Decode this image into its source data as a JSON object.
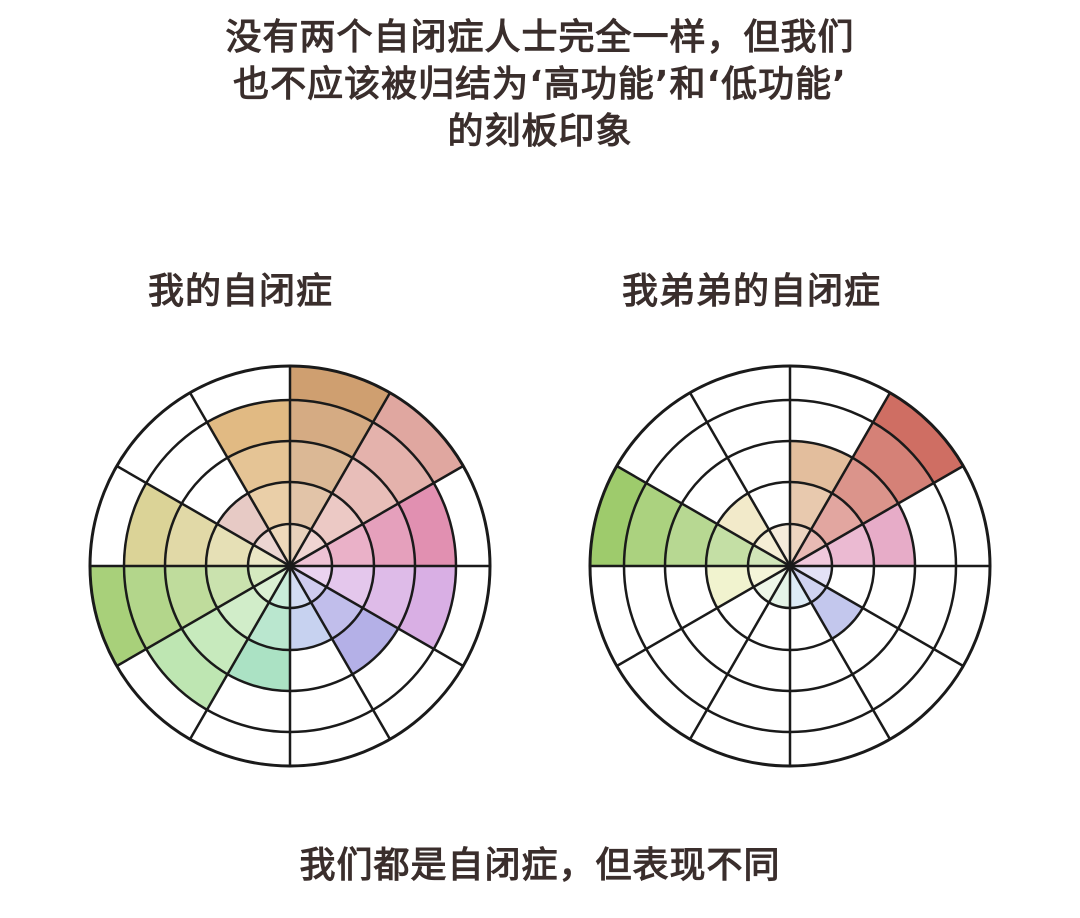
{
  "headline": {
    "line1": "没有两个自闭症人士完全一样，但我们",
    "line2": "也不应该被归结为‘高功能’和‘低功能’",
    "line3": "的刻板印象"
  },
  "wheels": [
    {
      "title": "我的自闭症",
      "levels": [
        5,
        5,
        4,
        4,
        3,
        2,
        3,
        4,
        5,
        4,
        2,
        4
      ],
      "colors": [
        "#cf9f70",
        "#e0a7a0",
        "#dc7fa5",
        "#d3a3e0",
        "#9a95de",
        "#a4b6e6",
        "#8ed8b0",
        "#b4e2a6",
        "#a8d07a",
        "#d6cc88",
        "#d8a9a0",
        "#dcb070"
      ]
    },
    {
      "title": "我弟弟的自闭症",
      "levels": [
        3,
        5,
        3,
        1,
        2,
        1,
        1,
        1,
        2,
        5,
        2,
        1
      ],
      "colors": [
        "#d9a77b",
        "#cf6e63",
        "#df8fb5",
        "#c5c0ec",
        "#9da3e2",
        "#bbd7ee",
        "#c8e8cf",
        "#dbeed0",
        "#e8ebb0",
        "#9ecb6c",
        "#eadca8",
        "#ebd6b4"
      ]
    }
  ],
  "footer": "我们都是自闭症，但表现不同"
}
